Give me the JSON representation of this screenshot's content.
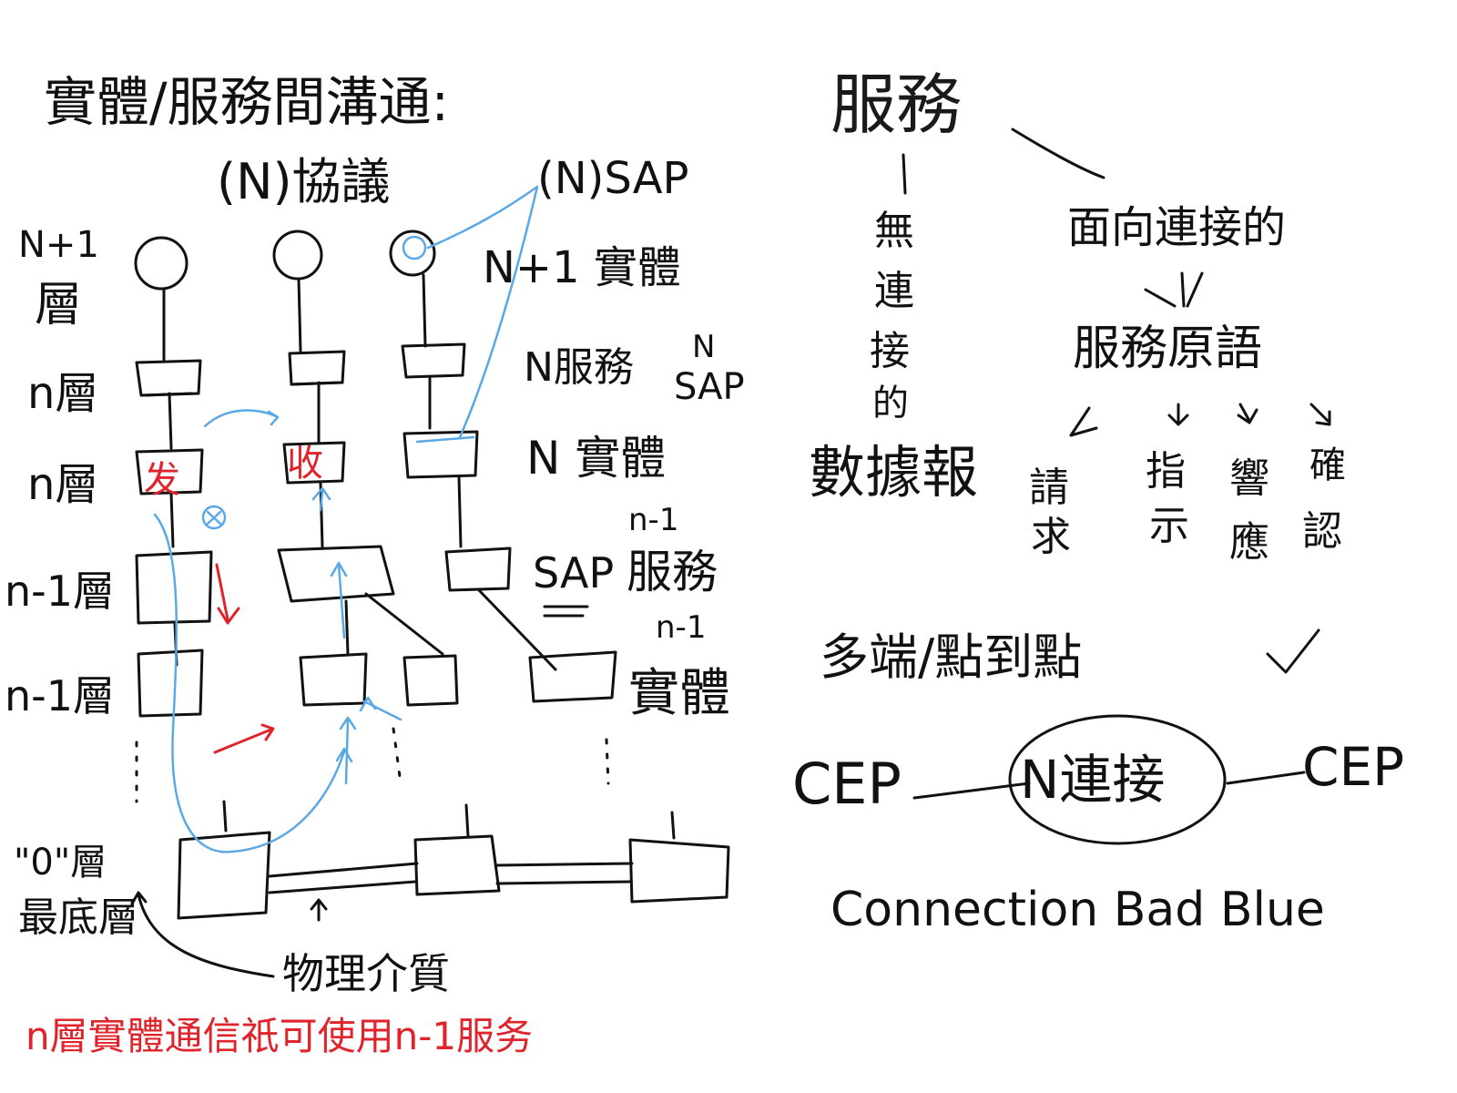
{
  "left": {
    "title": "實體/服務間溝通:",
    "protocol": "(N)協議",
    "sap_label": "(N)SAP",
    "layer_labels": {
      "n_plus_1": "N+1\n層",
      "n_a": "n層",
      "n_b": "n層",
      "n_minus_1_a": "n-1層",
      "n_minus_1_b": "n-1層",
      "zero_layer": "\"0\"層",
      "bottom_layer": "最底層"
    },
    "right_notes": {
      "n1_entity": "N+1 實體",
      "n_service": "N服務",
      "n_sap": "N\nSAP",
      "n_entity": "N 實體",
      "n_minus_1": "n-1",
      "sap2": "SAP",
      "service2": "服務",
      "n_minus_1_b": "n-1",
      "entity2": "實體"
    },
    "send": "发",
    "receive": "收",
    "physical_medium": "物理介質",
    "red_footer": "n層實體通信祇可使用n-1服务"
  },
  "right": {
    "service": "服務",
    "connectionless": "無\n連\n接\n的",
    "connection_oriented": "面向連接的",
    "primitives": "服務原語",
    "datagram": "數據報",
    "prim_request": "請\n求",
    "prim_indication": "指\n示",
    "prim_response": "響\n應",
    "prim_confirm": "確\n認",
    "multipoint": "多端/點到點",
    "cep_left": "CEP",
    "n_connection": "N連接",
    "cep_right": "CEP",
    "connection_words": "Connection Bad Blue"
  },
  "colors": {
    "ink": "#111111",
    "blue": "#5aa9e6",
    "red": "#e0242c"
  }
}
